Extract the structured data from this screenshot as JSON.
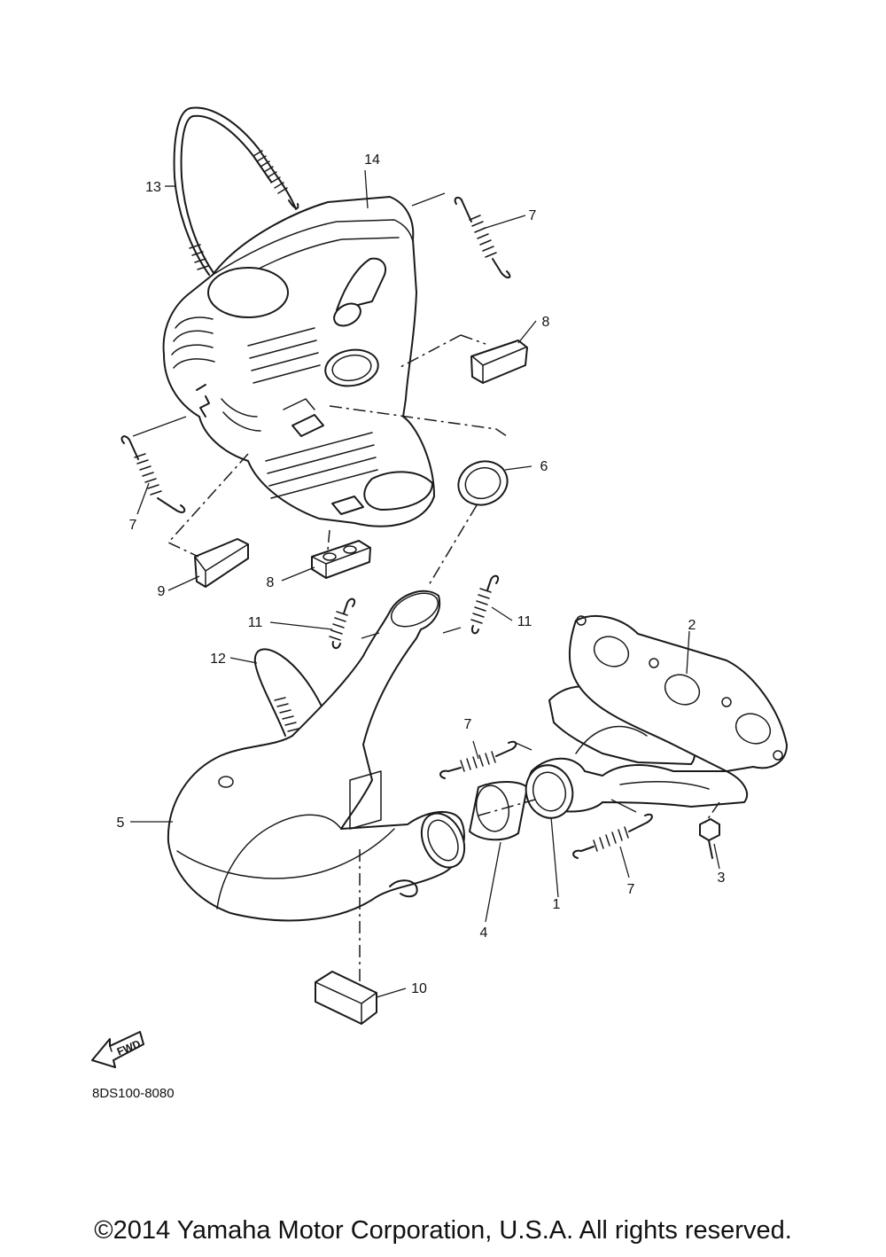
{
  "diagram": {
    "diagram_code": "8DS100-8080",
    "fwd_label": "FWD",
    "copyright": "©2014 Yamaha Motor Corporation, U.S.A. All rights reserved.",
    "callouts": {
      "c1": "1",
      "c2": "2",
      "c3": "3",
      "c4": "4",
      "c5": "5",
      "c6": "6",
      "c7a": "7",
      "c7b": "7",
      "c7c": "7",
      "c7d": "7",
      "c8a": "8",
      "c8b": "8",
      "c9": "9",
      "c10": "10",
      "c11a": "11",
      "c11b": "11",
      "c12": "12",
      "c13": "13",
      "c14": "14"
    }
  }
}
